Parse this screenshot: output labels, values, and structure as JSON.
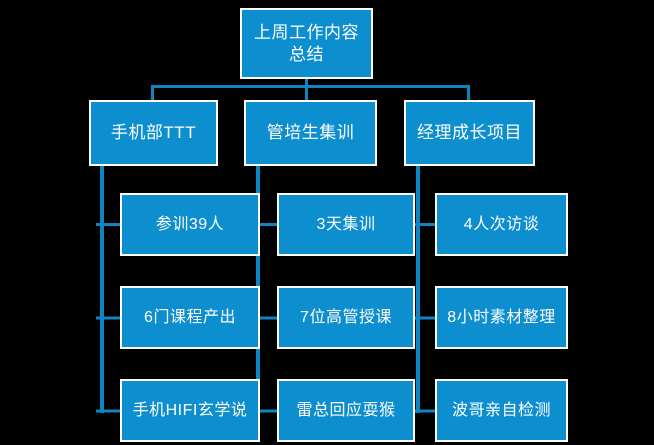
{
  "root": {
    "line1": "上周工作内容",
    "line2": "总结"
  },
  "branches": [
    {
      "label": "手机部TTT",
      "children": [
        "参训39人",
        "6门课程产出",
        "手机HIFI玄学说"
      ]
    },
    {
      "label": "管培生集训",
      "children": [
        "3天集训",
        "7位高管授课",
        "雷总回应耍猴"
      ]
    },
    {
      "label": "经理成长项目",
      "children": [
        "4人次访谈",
        "8小时素材整理",
        "波哥亲自检测"
      ]
    }
  ],
  "colors": {
    "background": "#000000",
    "node_fill": "#0D8ECF",
    "node_border": "#FFFFFF",
    "connector": "#0E85C2",
    "text": "#FFFFFF"
  }
}
